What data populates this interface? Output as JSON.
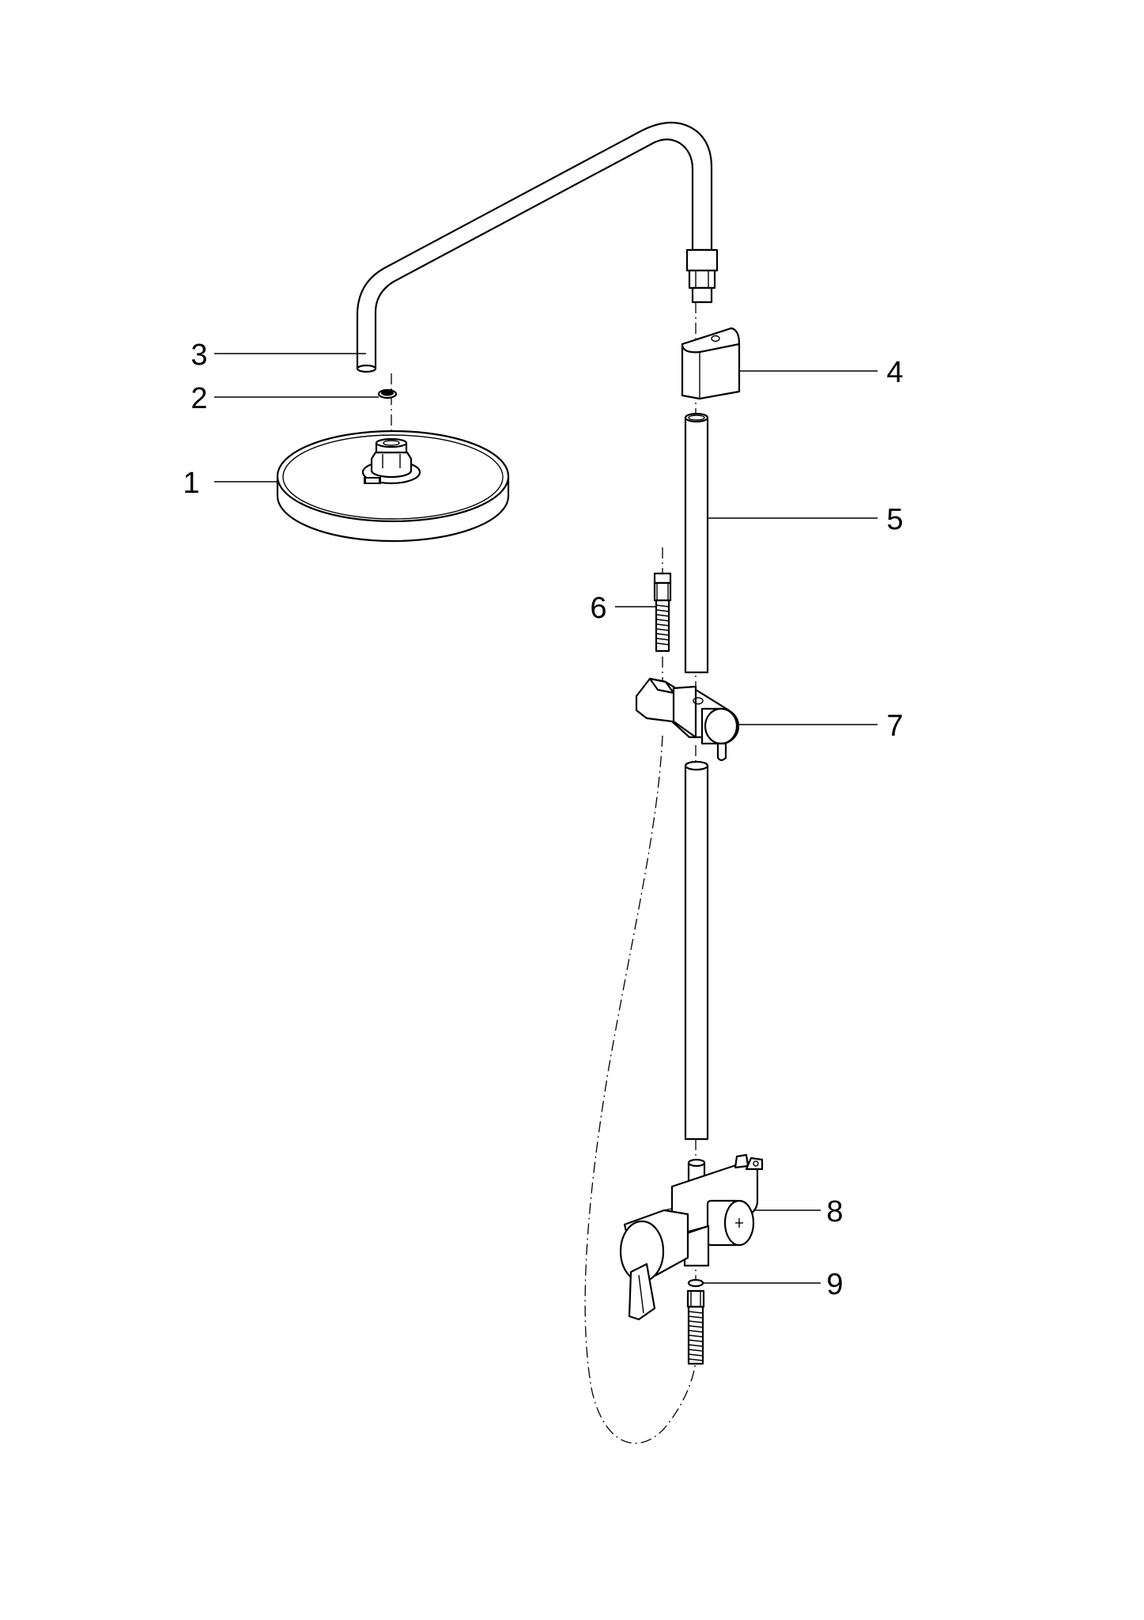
{
  "callouts": [
    {
      "number": "1",
      "part": "overhead-shower-head"
    },
    {
      "number": "2",
      "part": "flat-seal"
    },
    {
      "number": "3",
      "part": "shower-arm"
    },
    {
      "number": "4",
      "part": "wall-bracket"
    },
    {
      "number": "5",
      "part": "riser-rail"
    },
    {
      "number": "6",
      "part": "hose-connector"
    },
    {
      "number": "7",
      "part": "slider-with-hand-shower-holder"
    },
    {
      "number": "8",
      "part": "thermostatic-mixer"
    },
    {
      "number": "9",
      "part": "seal-ring"
    }
  ]
}
